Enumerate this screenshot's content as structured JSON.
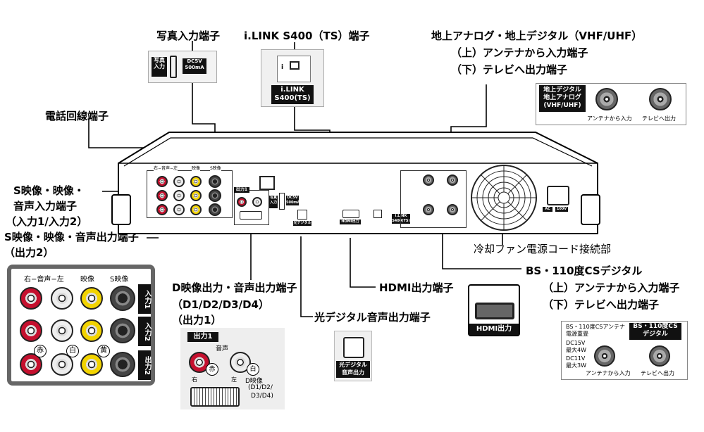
{
  "labels": {
    "photo_in": "写真入力端子",
    "ilink": "i.LINK S400（TS）端子",
    "terrestrial_line1": "地上アナログ・地上デジタル（VHF/UHF）",
    "terrestrial_line2": "（上）アンテナから入力端子",
    "terrestrial_line3": "（下）テレビへ出力端子",
    "phone": "電話回線端子",
    "s_input_line1": "S映像・映像・",
    "s_input_line2": "音声入力端子",
    "s_input_line3": "（入力1/入力2）",
    "s_output_line1": "S映像・映像・音声出力端子",
    "s_output_line2": "（出力2）",
    "fan_power": "冷却ファン電源コード接続部",
    "bs_line1": "BS・110度CSデジタル",
    "bs_line2": "（上）アンテナから入力端子",
    "bs_line3": "（下）テレビへ出力端子",
    "d_out_line1": "D映像出力・音声出力端子",
    "d_out_line2": "（D1/D2/D3/D4）",
    "d_out_line3": "（出力1）",
    "hdmi": "HDMI出力端子",
    "optical": "光デジタル音声出力端子"
  },
  "photo_panel": {
    "label": "写真\n入力",
    "spec": "DC5V\n500mA"
  },
  "ilink_panel": {
    "symbol": "i",
    "text1": "i.LINK",
    "text2": "S400(TS)"
  },
  "terrestrial_panel": {
    "title1": "地上デジタル",
    "title2": "地上アナログ",
    "title3": "(VHF/UHF)",
    "in_label": "アンテナから入力",
    "out_label": "テレビへ出力"
  },
  "io_panel": {
    "headers": [
      "右−音声−左",
      "映像",
      "S映像"
    ],
    "rows": [
      "入力1",
      "入力2",
      "出力2"
    ],
    "marks": [
      "赤",
      "白",
      "黄"
    ]
  },
  "d_panel": {
    "header": "出力1",
    "audio": "音声",
    "right": "右",
    "left": "左",
    "red": "赤",
    "white": "白",
    "d_label": "D映像",
    "d_sub1": "(D1/D2/",
    "d_sub2": "D3/D4)"
  },
  "hdmi_panel": {
    "label": "HDMI出力"
  },
  "optical_panel": {
    "label1": "光デジタル",
    "label2": "音声出力"
  },
  "bs_panel": {
    "title1": "BS・110度CSアンテナ",
    "title2": "電源重畳",
    "tag1": "BS・110度CS",
    "tag2": "デジタル",
    "spec1a": "DC15V",
    "spec1b": "最大4W",
    "spec2a": "DC11V",
    "spec2b": "最大3W",
    "in_label": "アンテナから入力",
    "out_label": "テレビへ出力"
  },
  "device": {
    "row_headers": [
      "右−音声−左",
      "映像",
      "S映像"
    ],
    "out1": "出力1",
    "photo": "写真\n入力",
    "dc": "DC5V\n500mA",
    "optical_tag": "光デジタル",
    "hdmi_tag": "HDMI出力",
    "ilink_tag": "i.LINK\nS400(TS)",
    "ac": "AC",
    "volt": "100V"
  }
}
